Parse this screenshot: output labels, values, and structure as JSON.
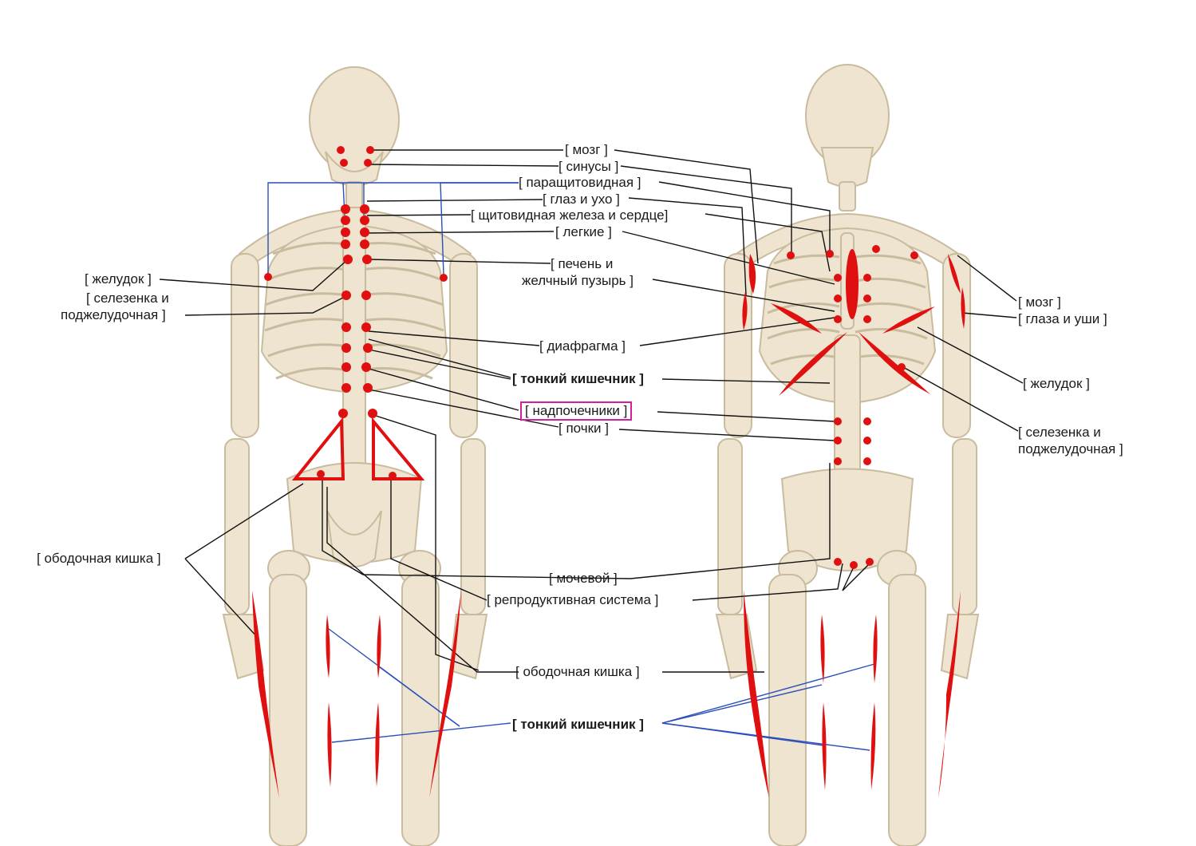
{
  "colors": {
    "bone": "#eee4d0",
    "bone_outline": "#c9bb9d",
    "point": "#e01010",
    "leader": "#111111",
    "blue_leader": "#2a4fb8",
    "highlight_box": "#d0209a"
  },
  "labels": {
    "mozg": "[ мозг ]",
    "sinusy": "[ синусы ]",
    "parashchitovidnaya": "[ паращитовидная ]",
    "glaz_i_ukho": "[ глаз и ухо ]",
    "shchitovidnaya": "[ щитовидная железа и сердце]",
    "legkie": "[ легкие ]",
    "pechen_1": "[ печень и",
    "pechen_2": "желчный пузырь ]",
    "zheludok_left": "[ желудок ]",
    "selezenka_left_1": "[ селезенка и",
    "selezenka_left_2": "поджелудочная ]",
    "diafragma": "[ диафрагма ]",
    "tonkiy_1": "[ тонкий кишечник ]",
    "nadpochechniki": "[ надпочечники ]",
    "pochki": "[ почки ]",
    "obodochnaya_left": "[ ободочная кишка ]",
    "mochevoy": "[ мочевой ]",
    "reproduktivnaya": "[ репродуктивная система ]",
    "obodochnaya_center": "[ ободочная кишка ]",
    "tonkiy_2": "[ тонкий кишечник ]",
    "mozg_right": "[ мозг ]",
    "glaza_i_ushi": "[ глаза и уши ]",
    "zheludok_right": "[ желудок ]",
    "selezenka_right_1": "[ селезенка и",
    "selezenka_right_2": "поджелудочная ]"
  }
}
